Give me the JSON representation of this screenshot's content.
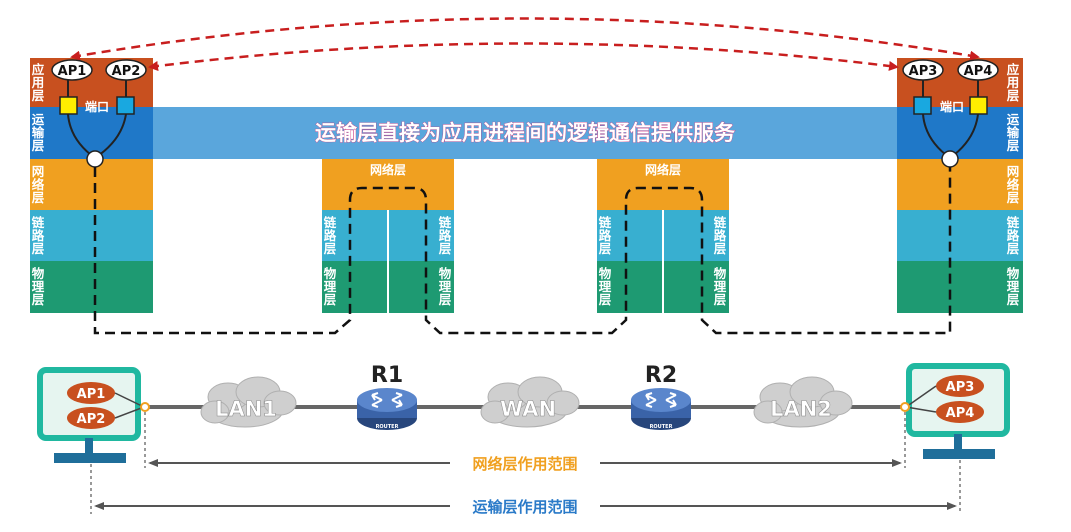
{
  "colors": {
    "app": "#c8501f",
    "transport": "#1f78c8",
    "transport_band": "#5aa6dc",
    "network": "#f0a020",
    "link": "#38afd0",
    "physical": "#1e9a72",
    "arrow_red": "#c81e1e",
    "monitor": "#20b8a0",
    "ap_oval": "#c8501f",
    "port_yellow": "#ffee00",
    "port_blue": "#19a8e0",
    "label_orange": "#f0a020",
    "label_blue": "#2a7ac8",
    "router": "#3a63a8"
  },
  "layers": {
    "app": "应用层",
    "transport": "运输层",
    "network": "网络层",
    "link": "链路层",
    "physical": "物理层"
  },
  "left_host": {
    "ap1": "AP1",
    "ap2": "AP2",
    "port_label": "端口"
  },
  "right_host": {
    "ap3": "AP3",
    "ap4": "AP4",
    "port_label": "端口"
  },
  "banner": "运输层直接为应用进程间的逻辑通信提供服务",
  "router_stack_labels": {
    "network": "网络层"
  },
  "topology": {
    "left_host_aps": [
      "AP1",
      "AP2"
    ],
    "right_host_aps": [
      "AP3",
      "AP4"
    ],
    "clouds": [
      "LAN1",
      "WAN",
      "LAN2"
    ],
    "routers": [
      "R1",
      "R2"
    ],
    "router_icon_text": "ROUTER"
  },
  "scopes": {
    "network": "网络层作用范围",
    "transport": "运输层作用范围"
  }
}
